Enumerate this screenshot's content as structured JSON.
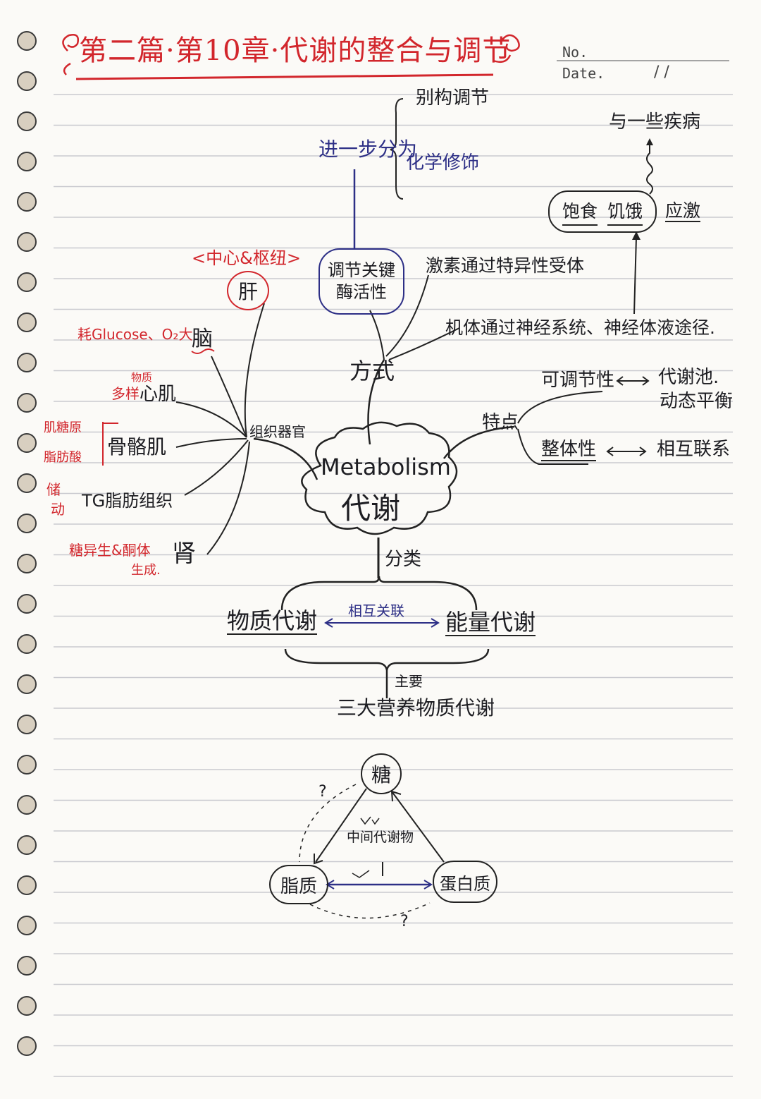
{
  "header": {
    "title": "第二篇·第10章·代谢的整合与调节",
    "no_label": "No.",
    "date_label": "Date.",
    "date_slashes": "/   /"
  },
  "center": {
    "en": "Metabolism",
    "zh": "代谢"
  },
  "top_branch": {
    "node": "调节关键酶活性",
    "further": "进一步分为",
    "sub1": "别构调节",
    "sub2": "化学修饰",
    "branch_label": "方式",
    "hormone": "激素通过特异性受体",
    "nerve": "机体通过神经系统、神经体液途径.",
    "feed": "饱食",
    "hunger": "饥饿",
    "stress": "应激",
    "disease": "与一些疾病"
  },
  "features": {
    "label": "特点",
    "item1": "可调节性",
    "item1_rel": "代谢池.",
    "item1_rel2": "动态平衡",
    "item2": "整体性",
    "item2_rel": "相互联系"
  },
  "organs": {
    "label": "组织器官",
    "liver": "肝",
    "liver_note": "<中心&枢纽>",
    "brain": "脑",
    "brain_note": "耗Glucose、O₂大",
    "heart": "心肌",
    "heart_note1": "物质",
    "heart_note2": "多样",
    "muscle": "骨骼肌",
    "muscle_note1": "肌糖原",
    "muscle_note2": "脂肪酸",
    "fat": "TG脂肪组织",
    "fat_note1": "储",
    "fat_note2": "动",
    "kidney": "肾",
    "kidney_note1": "糖异生&酮体",
    "kidney_note2": "生成."
  },
  "classification": {
    "label": "分类",
    "material": "物质代谢",
    "energy": "能量代谢",
    "relation": "相互关联",
    "main_label": "主要",
    "three": "三大营养物质代谢"
  },
  "triangle": {
    "sugar": "糖",
    "fat": "脂质",
    "protein": "蛋白质",
    "intermediate": "中间代谢物",
    "question": "?"
  },
  "colors": {
    "ink": "#1d1d22",
    "red": "#d2262c",
    "blue": "#2d2f86",
    "rule": "#c9c9cf"
  }
}
